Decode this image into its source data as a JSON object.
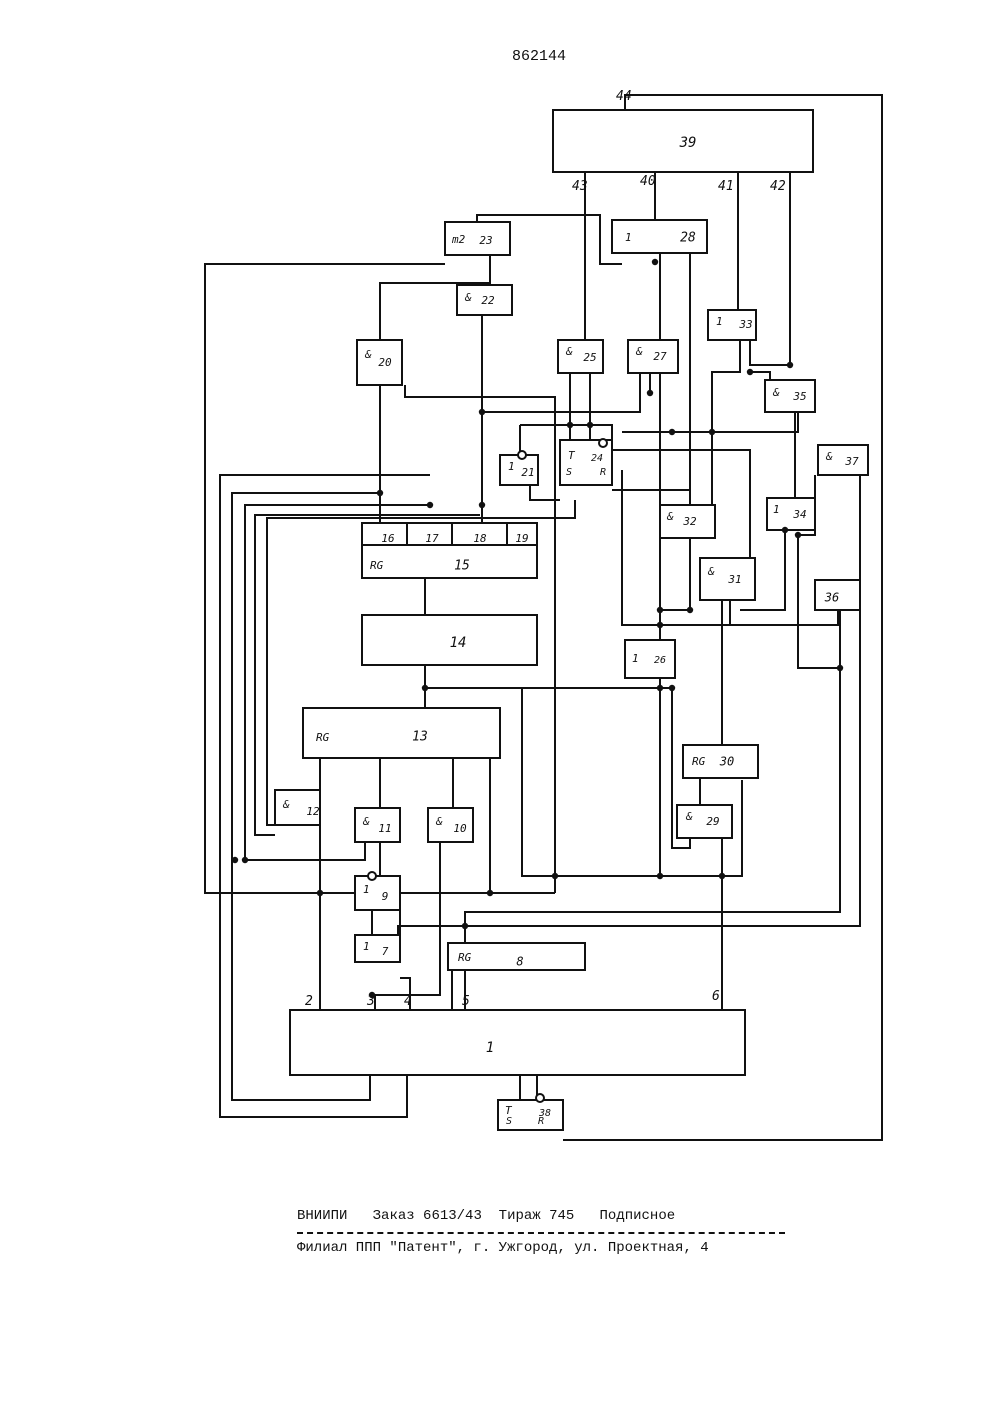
{
  "header": {
    "patent_number": "862144"
  },
  "diagram": {
    "blocks": [
      {
        "id": "1",
        "prefix": "",
        "label": "1"
      },
      {
        "id": "7",
        "prefix": "1",
        "label": "7"
      },
      {
        "id": "8",
        "prefix": "RG",
        "label": "8"
      },
      {
        "id": "9",
        "prefix": "1",
        "label": "9"
      },
      {
        "id": "10",
        "prefix": "&",
        "label": "10"
      },
      {
        "id": "11",
        "prefix": "&",
        "label": "11"
      },
      {
        "id": "12",
        "prefix": "&",
        "label": "12"
      },
      {
        "id": "13",
        "prefix": "RG",
        "label": "13"
      },
      {
        "id": "14",
        "prefix": "",
        "label": "14"
      },
      {
        "id": "15",
        "prefix": "RG",
        "label": "15"
      },
      {
        "id": "16",
        "prefix": "",
        "label": "16"
      },
      {
        "id": "17",
        "prefix": "",
        "label": "17"
      },
      {
        "id": "18",
        "prefix": "",
        "label": "18"
      },
      {
        "id": "19",
        "prefix": "",
        "label": "19"
      },
      {
        "id": "20",
        "prefix": "&",
        "label": "20"
      },
      {
        "id": "21",
        "prefix": "1",
        "label": "21"
      },
      {
        "id": "22",
        "prefix": "&",
        "label": "22"
      },
      {
        "id": "23",
        "prefix": "m2",
        "label": "23"
      },
      {
        "id": "24",
        "prefix": "T",
        "label": "24"
      },
      {
        "id": "25",
        "prefix": "&",
        "label": "25"
      },
      {
        "id": "26",
        "prefix": "1",
        "label": "26"
      },
      {
        "id": "27",
        "prefix": "&",
        "label": "27"
      },
      {
        "id": "28",
        "prefix": "1",
        "label": "28"
      },
      {
        "id": "29",
        "prefix": "&",
        "label": "29"
      },
      {
        "id": "30",
        "prefix": "RG",
        "label": "30"
      },
      {
        "id": "31",
        "prefix": "&",
        "label": "31"
      },
      {
        "id": "32",
        "prefix": "&",
        "label": "32"
      },
      {
        "id": "33",
        "prefix": "1",
        "label": "33"
      },
      {
        "id": "34",
        "prefix": "1",
        "label": "34"
      },
      {
        "id": "35",
        "prefix": "&",
        "label": "35"
      },
      {
        "id": "36",
        "prefix": "",
        "label": "36"
      },
      {
        "id": "37",
        "prefix": "&",
        "label": "37"
      },
      {
        "id": "38",
        "prefix": "T",
        "label": "38"
      },
      {
        "id": "39",
        "prefix": "",
        "label": "39"
      }
    ],
    "pin_labels": [
      {
        "id": "p24s",
        "label": "S"
      },
      {
        "id": "p24r",
        "label": "R"
      },
      {
        "id": "p38s",
        "label": "S"
      },
      {
        "id": "p38r",
        "label": "R"
      }
    ],
    "line_labels": [
      {
        "id": "2",
        "label": "2"
      },
      {
        "id": "3",
        "label": "3"
      },
      {
        "id": "4",
        "label": "4"
      },
      {
        "id": "5",
        "label": "5"
      },
      {
        "id": "6",
        "label": "6"
      },
      {
        "id": "40",
        "label": "40"
      },
      {
        "id": "41",
        "label": "41"
      },
      {
        "id": "42",
        "label": "42"
      },
      {
        "id": "43",
        "label": "43"
      },
      {
        "id": "44",
        "label": "44"
      }
    ]
  },
  "footer": {
    "org": "ВНИИПИ",
    "order": "Заказ 6613/43",
    "print_run": "Тираж 745",
    "subscription": "Подписное",
    "branch": "Филиал ППП \"Патент\", г. Ужгород, ул. Проектная, 4"
  }
}
